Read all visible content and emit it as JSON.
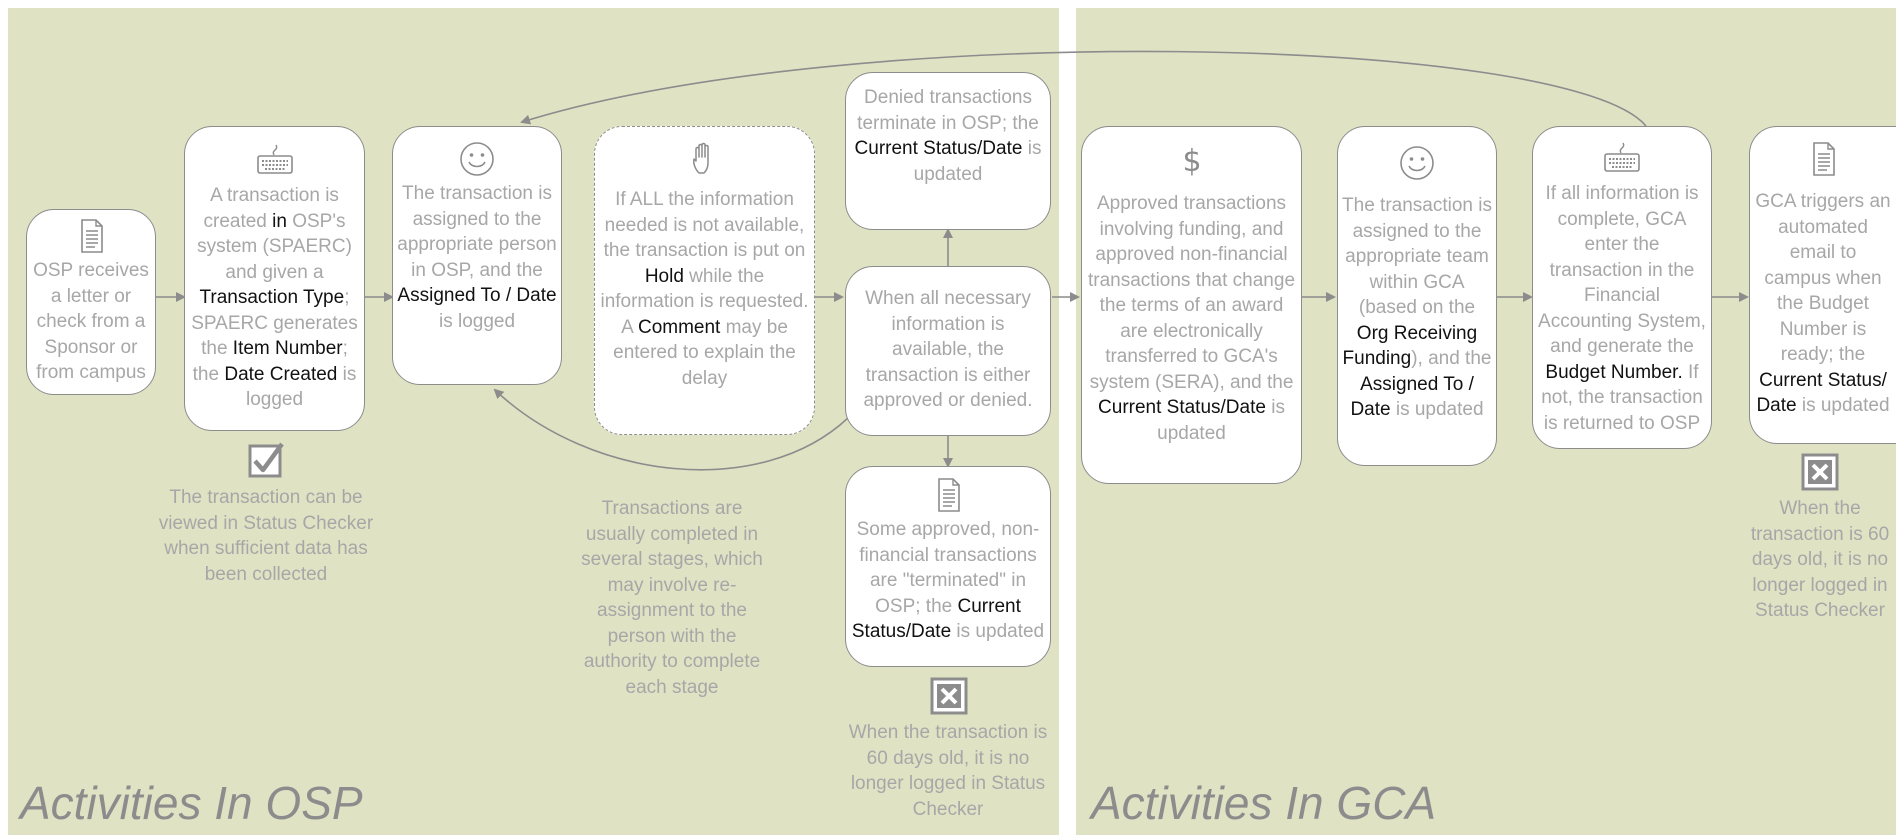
{
  "panels": {
    "osp_title": "Activities In OSP",
    "gca_title": "Activities In GCA"
  },
  "colors": {
    "panel_bg": "#dfe3c4",
    "box_border": "#8c8c8c",
    "body_text": "#a7a7a7",
    "keyword_text": "#111111",
    "title_text": "#8c8c8c"
  },
  "boxes": {
    "osp_receives": {
      "icon": "document-icon",
      "parts": [
        "OSP receives a letter or check from  a Sponsor or from campus"
      ]
    },
    "transaction_created": {
      "icon": "keyboard-icon",
      "parts": [
        "A transaction is created ",
        "in",
        " OSP's system (SPAERC) and given a ",
        "Transaction Type",
        "; SPAERC generates the ",
        "Item Number",
        "; the ",
        "Date Created",
        " is logged"
      ]
    },
    "assigned_osp": {
      "icon": "smiley-icon",
      "parts": [
        "The transaction is assigned to the appropriate person in OSP, and the ",
        "Assigned To / Date",
        " is logged"
      ]
    },
    "hold": {
      "icon": "hand-icon",
      "parts": [
        "If ALL the information needed is not available, the transaction is put on ",
        "Hold",
        " while the information is requested. A ",
        "Comment",
        " may be entered to explain the delay"
      ]
    },
    "denied": {
      "parts": [
        "Denied transactions terminate in OSP; the ",
        "Current Status/Date",
        " is updated"
      ]
    },
    "decision": {
      "parts": [
        "When all necessary information is available, the transaction is either approved or denied."
      ]
    },
    "terminated": {
      "icon": "document-icon",
      "parts": [
        "Some approved, non-financial transactions are  \"terminated\" in OSP; the ",
        "Current Status/Date",
        " is updated"
      ]
    },
    "approved_transfer": {
      "icon": "dollar-icon",
      "parts": [
        "Approved transactions involving funding, and approved non-financial transactions that change the terms of an award are electronically transferred to GCA's system (SERA), and the ",
        "Current Status/Date",
        " is updated"
      ]
    },
    "assigned_gca": {
      "icon": "smiley-icon",
      "parts": [
        "The transaction is assigned to the appropriate team within GCA (based on the ",
        "Org Receiving Funding",
        "), and the ",
        "Assigned To / Date",
        " is updated"
      ]
    },
    "gca_enter": {
      "icon": "keyboard-icon",
      "parts": [
        "If all information is complete, GCA enter the transaction in the Financial Accounting System, and generate the ",
        "Budget Number.",
        " If not, the transaction is returned to OSP"
      ]
    },
    "gca_email": {
      "icon": "document-icon",
      "parts": [
        "GCA triggers an automated email to campus when the Budget Number is ready; the ",
        "Current Status/ Date",
        " is updated"
      ]
    }
  },
  "notes": {
    "status_checker_view": {
      "icon": "checkbox-checked-icon",
      "text": "The transaction can be viewed in Status Checker when sufficient data has been collected"
    },
    "stages": {
      "text": "Transactions are usually completed in several stages, which may involve re-assignment to the person with the authority to complete each stage"
    },
    "osp_60_days": {
      "icon": "checkbox-x-icon",
      "text": "When the transaction is 60 days old, it is no longer logged in Status Checker"
    },
    "gca_60_days": {
      "icon": "checkbox-x-icon",
      "text": "When the transaction is 60 days old, it is no longer logged in Status Checker"
    }
  }
}
